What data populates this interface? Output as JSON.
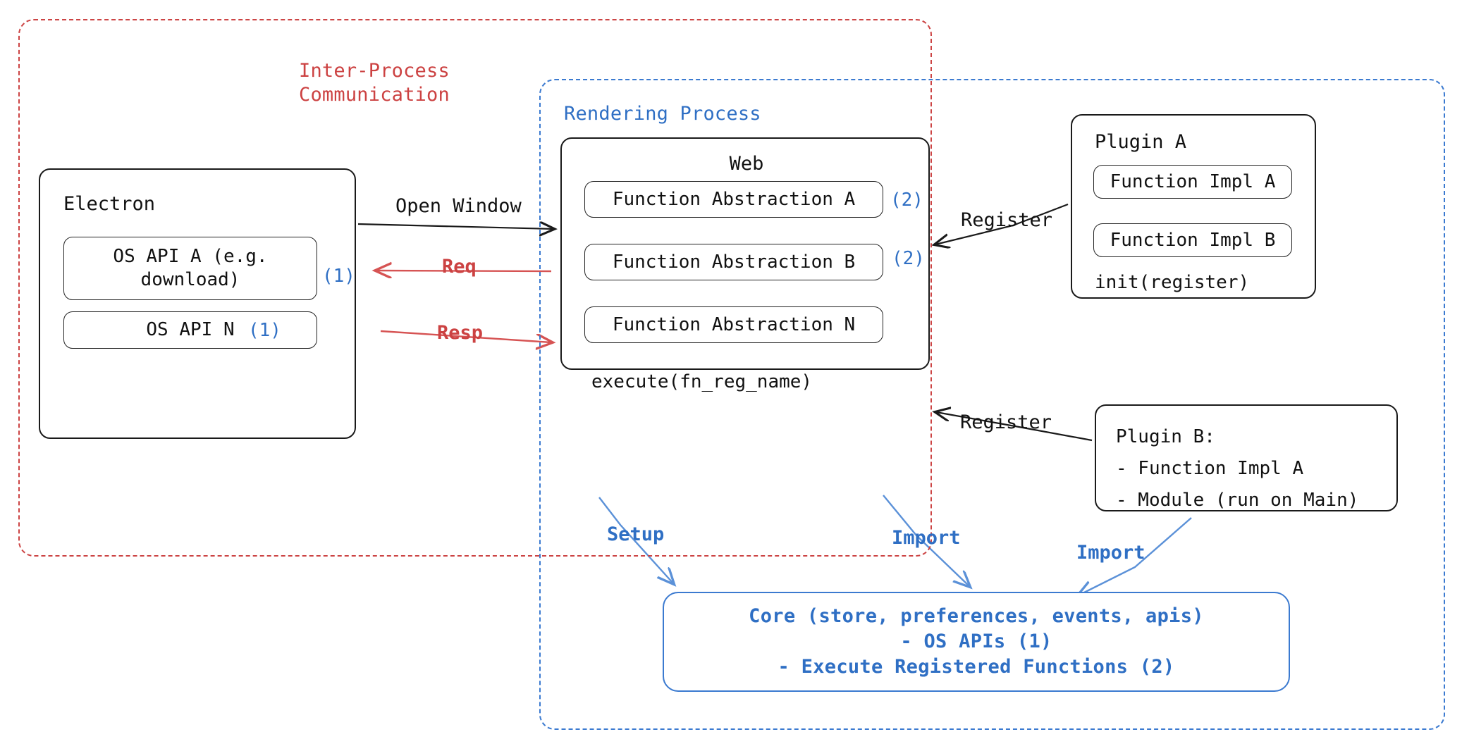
{
  "groups": {
    "ipc": {
      "label": "Inter-Process\nCommunication",
      "color": "#cc4242"
    },
    "rendering": {
      "label": "Rendering Process",
      "color": "#2f6fc4"
    }
  },
  "electron": {
    "title": "Electron",
    "items": [
      {
        "label": "OS API A (e.g.\ndownload)",
        "marker": "(1)"
      },
      {
        "label": "OS API N",
        "marker": "(1)"
      }
    ]
  },
  "web": {
    "title": "Web",
    "abstractions": [
      {
        "label": "Function Abstraction A",
        "marker": "(2)"
      },
      {
        "label": "Function Abstraction B",
        "marker": "(2)"
      },
      {
        "label": "Function Abstraction N",
        "marker": ""
      }
    ],
    "method": "execute(fn_reg_name)"
  },
  "plugin_a": {
    "title": "Plugin A",
    "impls": [
      {
        "label": "Function Impl A"
      },
      {
        "label": "Function Impl B"
      }
    ],
    "init": "init(register)"
  },
  "plugin_b": {
    "lines": "Plugin B:\n- Function Impl A\n- Module (run on Main)"
  },
  "core": {
    "lines": [
      "Core (store, preferences, events, apis)",
      "- OS APIs (1)",
      "- Execute Registered Functions (2)"
    ],
    "color": "#2f6fc4"
  },
  "edges": {
    "open_window": "Open Window",
    "req": "Req",
    "resp": "Resp",
    "register_1": "Register",
    "register_2": "Register",
    "setup": "Setup",
    "import_1": "Import",
    "import_2": "Import"
  },
  "colors": {
    "ink": "#111111",
    "red": "#cc4242",
    "blue": "#2f6fc4",
    "blue_edge": "#5b91d8"
  }
}
